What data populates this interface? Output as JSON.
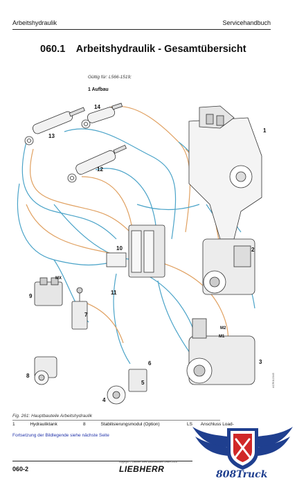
{
  "header": {
    "left": "Arbeitshydraulik",
    "right": "Servicehandbuch"
  },
  "title": {
    "number": "060.1",
    "text": "Arbeitshydraulik - Gesamtübersicht"
  },
  "validity": "Gültig für: L566-1519;",
  "section": "1 Aufbau",
  "diagram": {
    "labels": [
      "1",
      "2",
      "3",
      "4",
      "5",
      "6",
      "7",
      "8",
      "9",
      "10",
      "11",
      "12",
      "13",
      "14",
      "M1",
      "M2",
      "MX"
    ]
  },
  "caption": "Fig. 261: Hauptbauteile Arbeitshydraulik",
  "legend": [
    {
      "num": "1",
      "text": "Hydrauliktank"
    },
    {
      "num": "8",
      "text": "Stabilisierungsmodul (Option)"
    },
    {
      "num": "LS",
      "text": "Anschluss Load-"
    }
  ],
  "continuation": "Fortsetzung der Bildlegende siehe nächste Seite",
  "footer": {
    "page": "060-2",
    "copyright": "copyright © Liebherr-Werk Bischofshofen GmbH 2016",
    "brand": "LIEBHERR"
  },
  "side_code": "ACR012345",
  "watermark": {
    "text": "808Truck",
    "colors": {
      "blue": "#1f3f8f",
      "red": "#d02828"
    }
  }
}
